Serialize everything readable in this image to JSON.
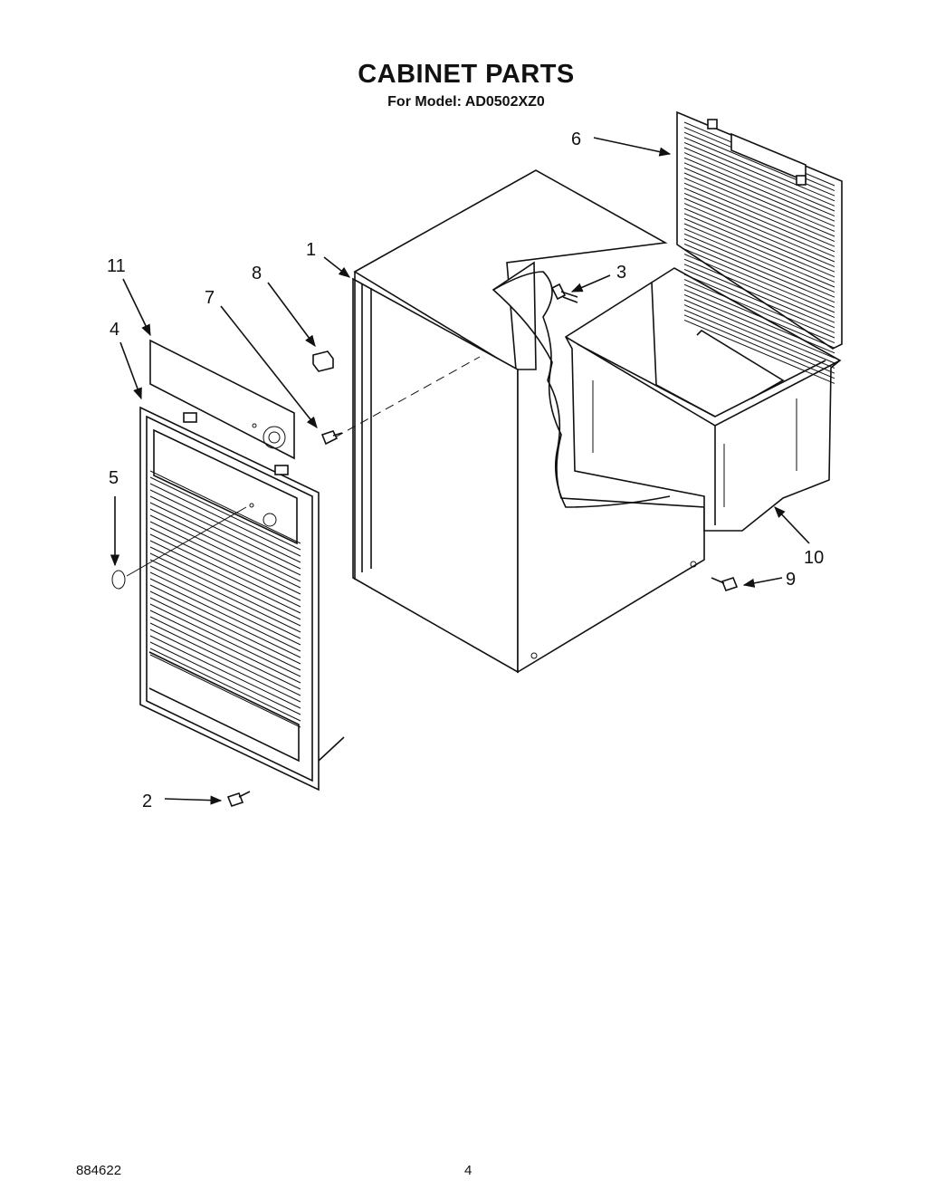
{
  "header": {
    "title": "CABINET PARTS",
    "subtitle": "For Model: AD0502XZ0"
  },
  "footer": {
    "code": "884622",
    "page": "4"
  },
  "callouts": [
    "1",
    "2",
    "3",
    "4",
    "5",
    "6",
    "7",
    "8",
    "9",
    "10",
    "11"
  ]
}
